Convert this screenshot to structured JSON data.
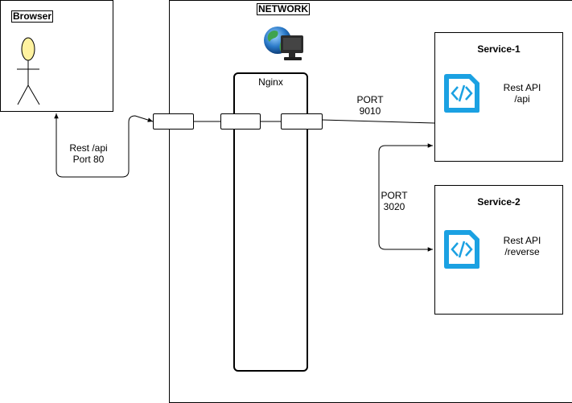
{
  "browser": {
    "title": "Browser"
  },
  "network": {
    "title": "NETWORK"
  },
  "nginx": {
    "title": "Nginx"
  },
  "service1": {
    "title": "Service-1",
    "api_label": "Rest API\n/api"
  },
  "service2": {
    "title": "Service-2",
    "api_label": "Rest API\n/reverse"
  },
  "edges": {
    "browser_to_nginx": "Rest /api\nPort 80",
    "nginx_to_service1": "PORT\n9010",
    "service1_to_service2": "PORT\n3020"
  },
  "colors": {
    "accent": "#1ba1e2",
    "actor_fill": "#fff2a0",
    "line": "#000000"
  },
  "icons": {
    "globe": "globe-computer-icon",
    "code": "code-file-icon",
    "actor": "stick-figure-icon"
  }
}
